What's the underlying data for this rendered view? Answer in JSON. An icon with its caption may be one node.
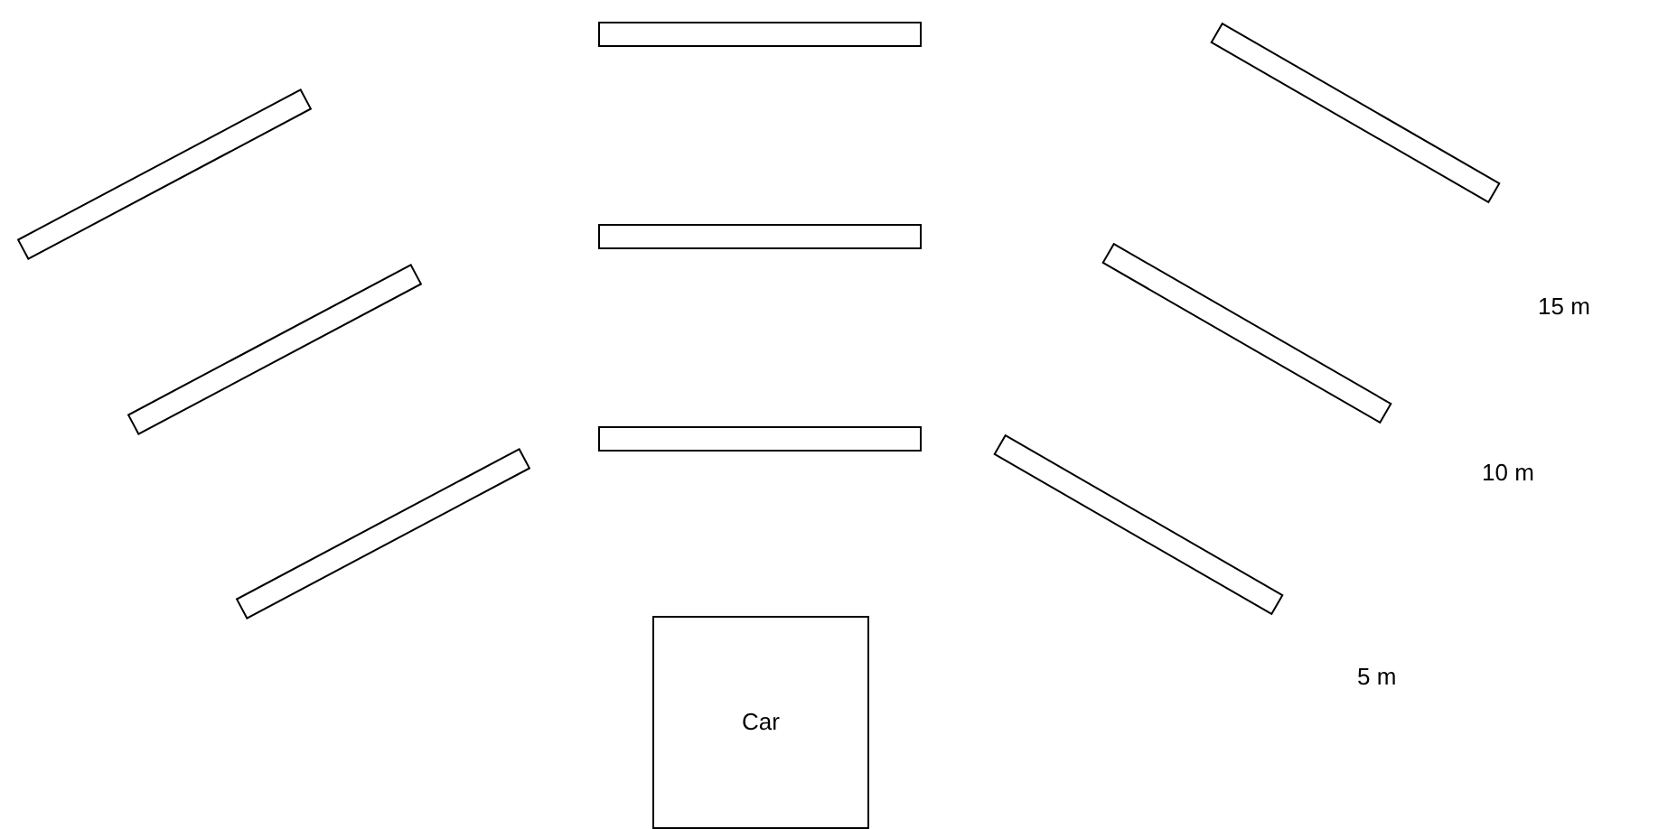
{
  "diagram": {
    "nodes": [
      {
        "text": [],
        "shape": "bar"
      },
      {
        "text": [],
        "shape": "bar"
      },
      {
        "text": [],
        "shape": "bar"
      },
      {
        "text": [],
        "shape": "bar"
      },
      {
        "text": [],
        "shape": "bar"
      },
      {
        "text": [],
        "shape": "bar"
      },
      {
        "text": [],
        "shape": "bar"
      },
      {
        "text": [],
        "shape": "bar"
      },
      {
        "text": [],
        "shape": "bar"
      },
      {
        "text": [
          "Car"
        ]
      }
    ],
    "labels": [
      "15 m",
      "10 m",
      "5 m"
    ]
  }
}
